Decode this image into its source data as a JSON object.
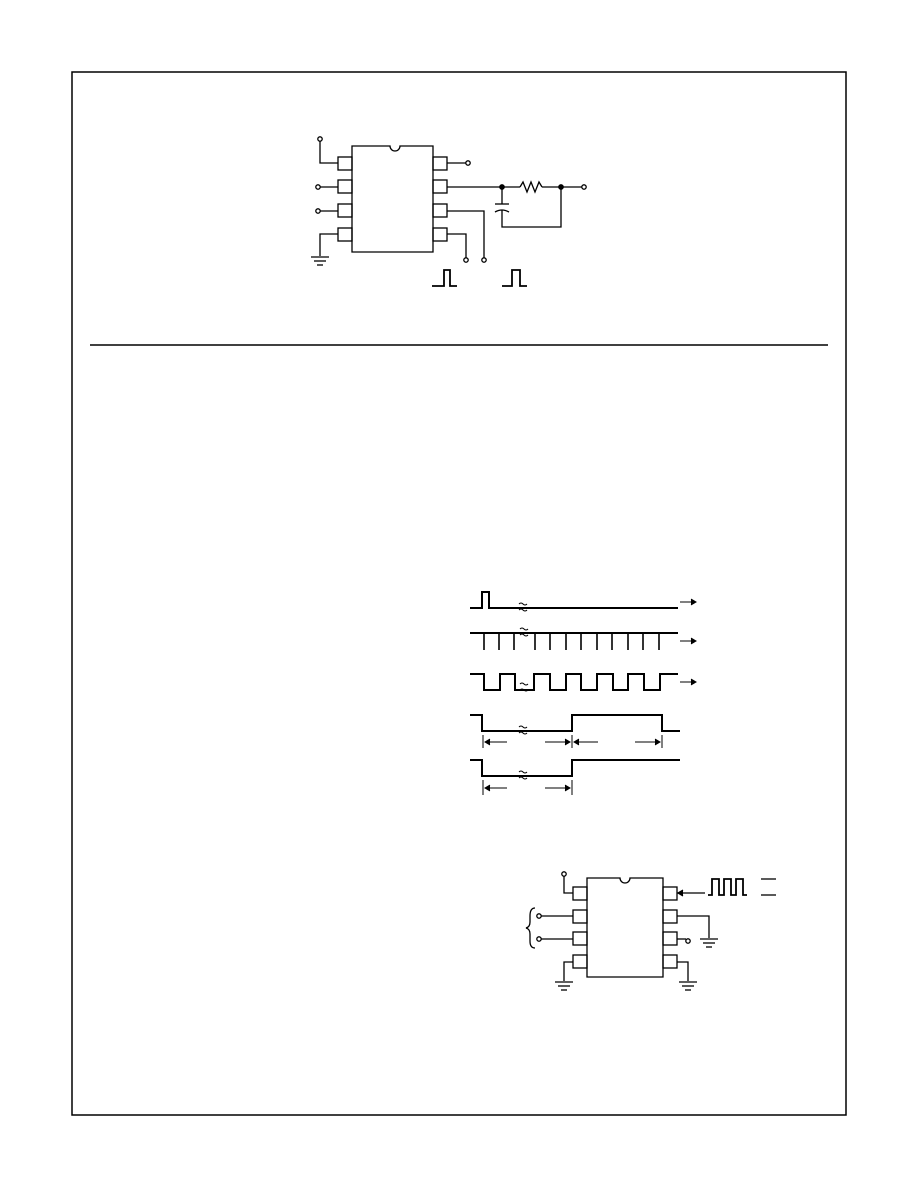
{
  "page": {
    "frame": "page-border",
    "rule": "section-divider"
  },
  "diagrams": {
    "top_schematic": {
      "components": [
        "8-pin-dip-ic",
        "resistor",
        "capacitor",
        "ground",
        "terminals",
        "pulse-symbols"
      ]
    },
    "timing_diagram": {
      "waveforms": [
        "single-pulse",
        "clock-train",
        "square-wave",
        "output-1",
        "output-2"
      ],
      "arrows": [
        "period-arrows"
      ]
    },
    "bottom_schematic": {
      "components": [
        "8-pin-dip-ic",
        "square-wave-input",
        "grounds",
        "brace",
        "terminals"
      ]
    }
  },
  "colors": {
    "ink": "#000000",
    "paper": "#ffffff"
  }
}
